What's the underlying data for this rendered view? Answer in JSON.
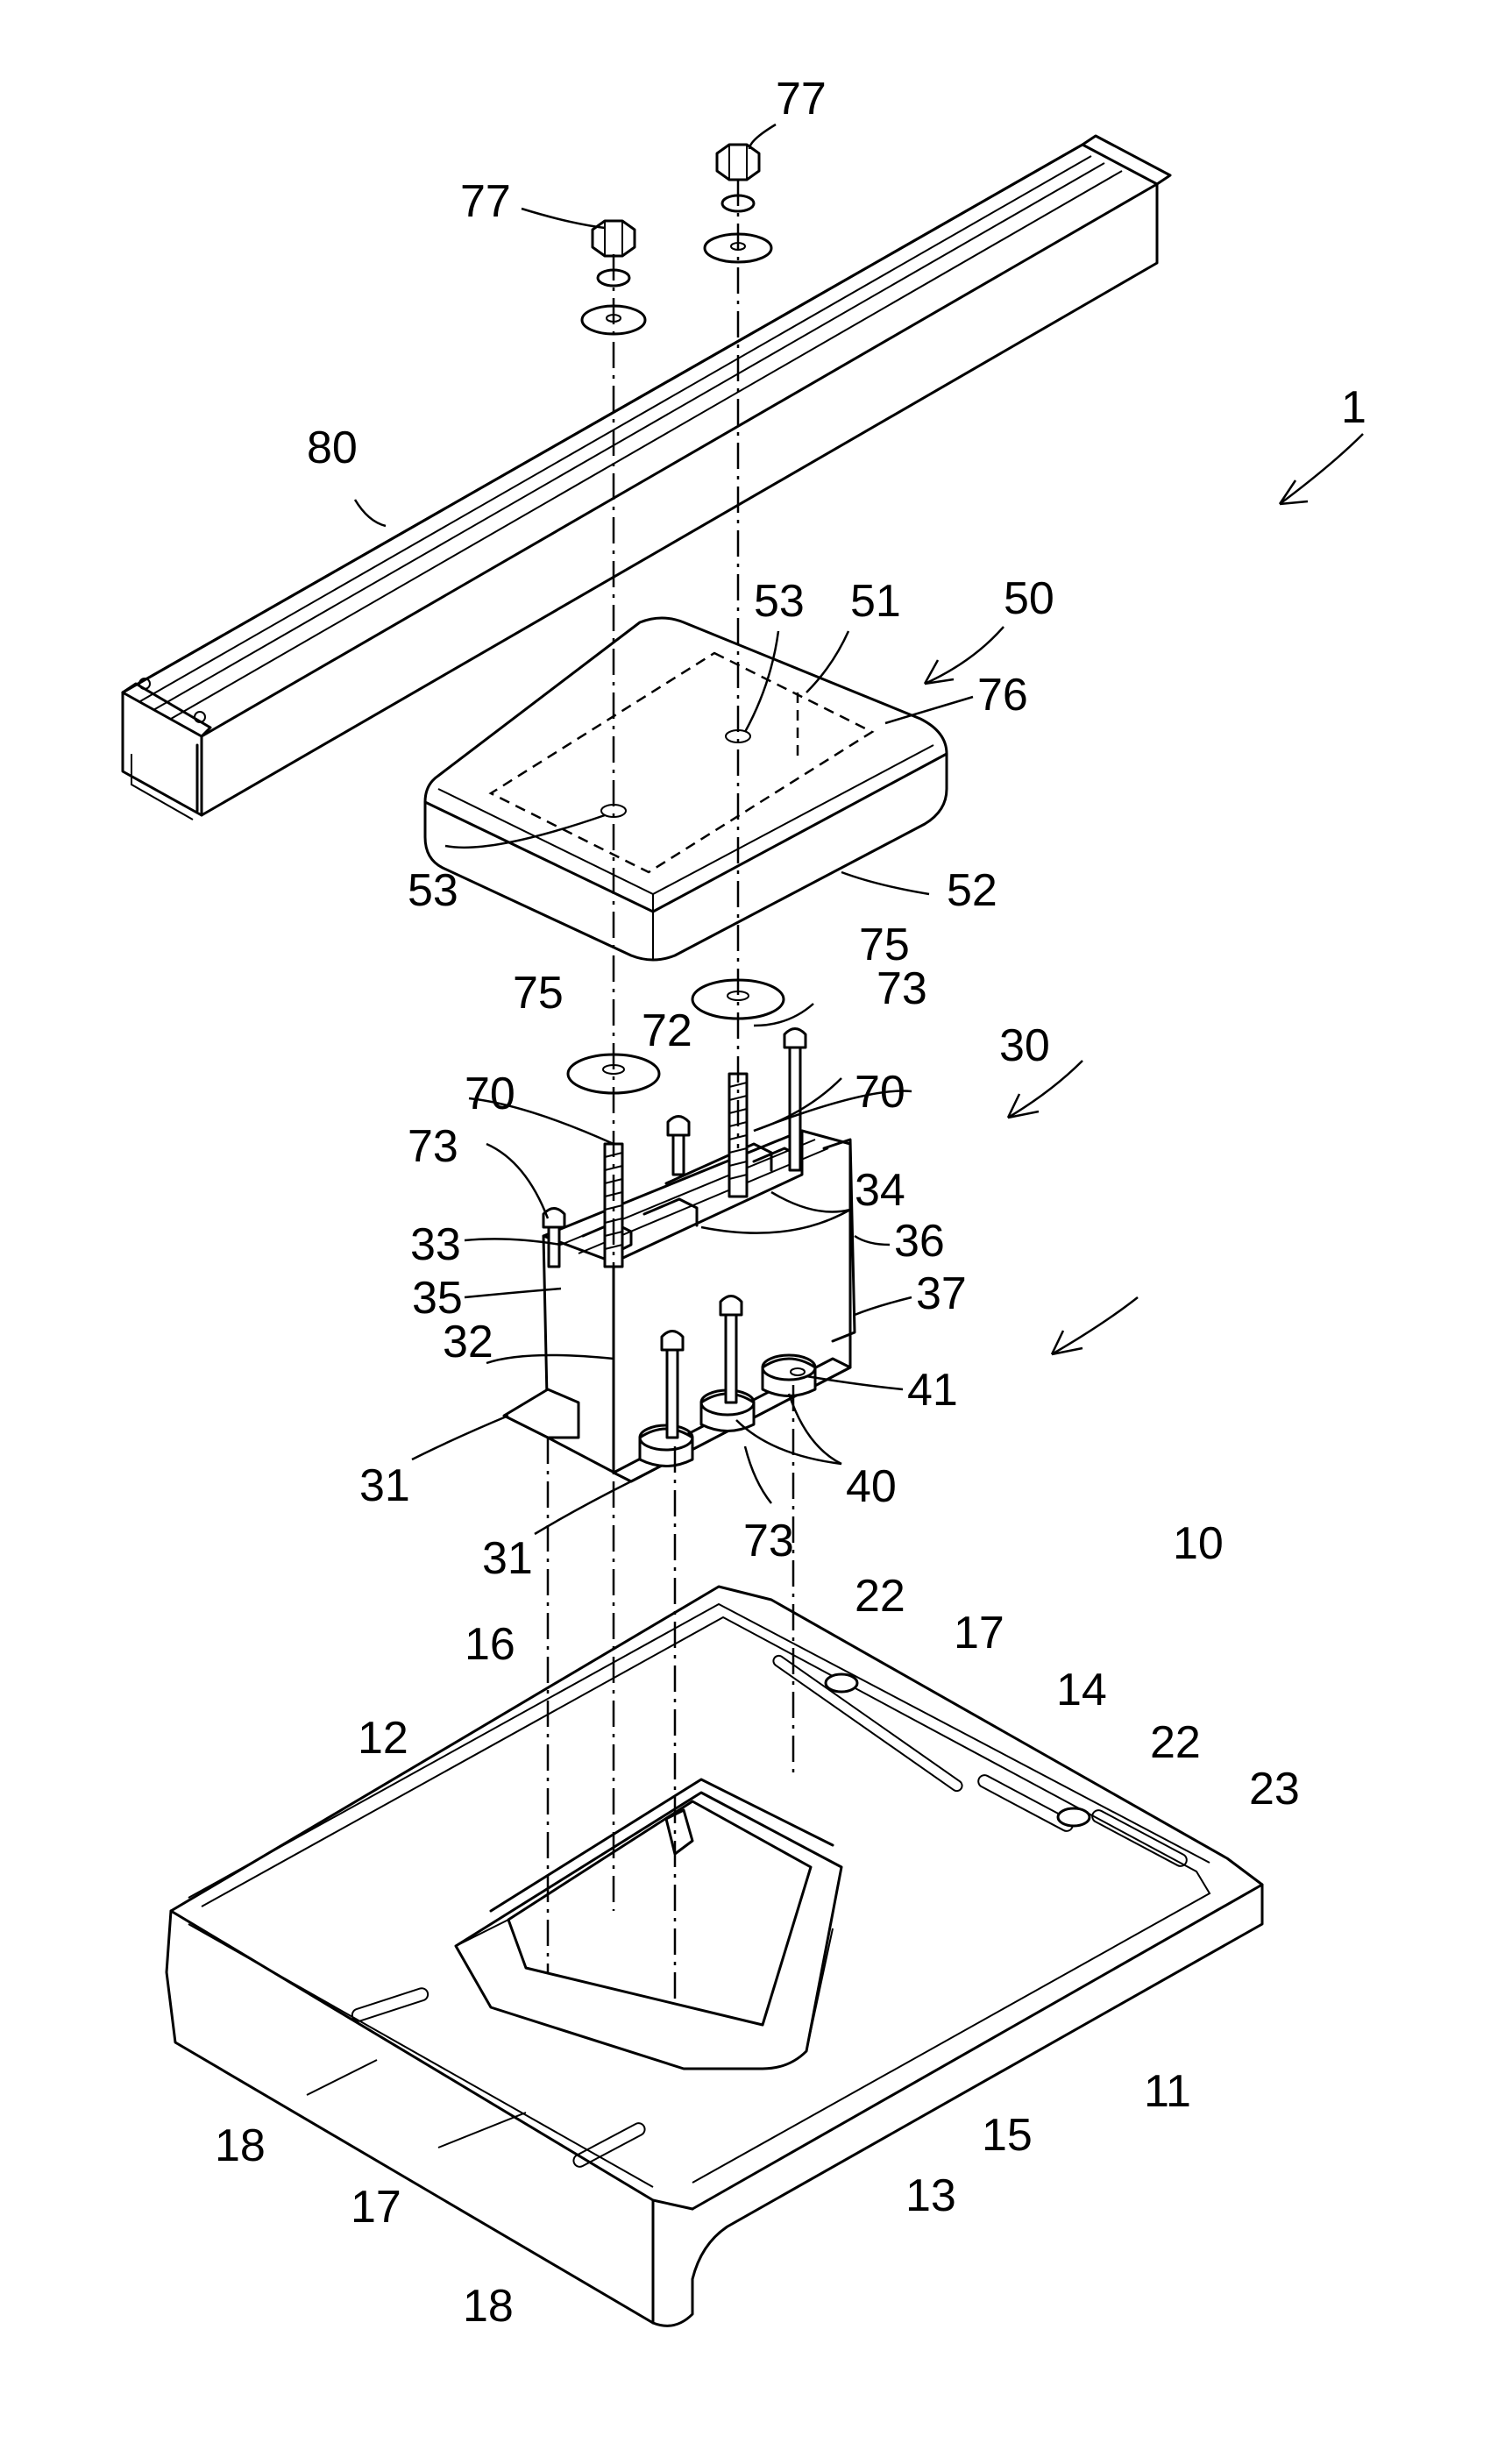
{
  "labels": {
    "n1": "1",
    "n10": "10",
    "n11": "11",
    "n12": "12",
    "n13": "13",
    "n14": "14",
    "n15": "15",
    "n16": "16",
    "n17a": "17",
    "n17b": "17",
    "n18a": "18",
    "n18b": "18",
    "n22a": "22",
    "n22b": "22",
    "n23": "23",
    "n30": "30",
    "n31a": "31",
    "n31b": "31",
    "n32": "32",
    "n33": "33",
    "n34": "34",
    "n35": "35",
    "n36": "36",
    "n37": "37",
    "n40": "40",
    "n41": "41",
    "n50": "50",
    "n51": "51",
    "n52": "52",
    "n53a": "53",
    "n53b": "53",
    "n70a": "70",
    "n70b": "70",
    "n72": "72",
    "n73a": "73",
    "n73b": "73",
    "n73c": "73",
    "n75a": "75",
    "n75b": "75",
    "n76": "76",
    "n77a": "77",
    "n77b": "77",
    "n80": "80"
  }
}
